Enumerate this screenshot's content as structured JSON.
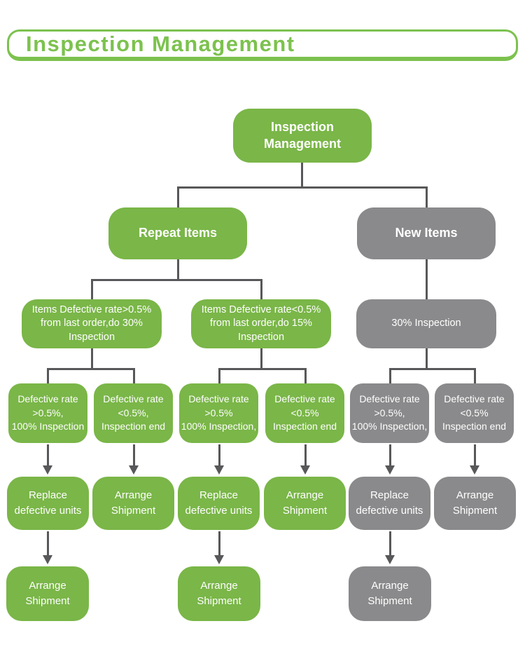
{
  "header": {
    "title": "Inspection Management"
  },
  "colors": {
    "green": "#7ab648",
    "gray": "#8a8a8c",
    "connector": "#58585a",
    "header_green": "#7cc24e"
  },
  "flowchart": {
    "nodes": {
      "root": {
        "label": "Inspection\nManagement",
        "color": "green"
      },
      "repeat_items": {
        "label": "Repeat Items",
        "color": "green"
      },
      "new_items": {
        "label": "New Items",
        "color": "gray"
      },
      "repeat_high": {
        "label": "Items Defective rate>0.5%\nfrom last order,do 30%\nInspection",
        "color": "green"
      },
      "repeat_low": {
        "label": "Items Defective rate<0.5%\nfrom last order,do 15%\nInspection",
        "color": "green"
      },
      "new_inspection": {
        "label": "30% Inspection",
        "color": "gray"
      },
      "l4_1": {
        "label": "Defective rate\n>0.5%,\n100% Inspection",
        "color": "green"
      },
      "l4_2": {
        "label": "Defective rate\n<0.5%,\nInspection end",
        "color": "green"
      },
      "l4_3": {
        "label": "Defective rate\n>0.5%\n100% Inspection,",
        "color": "green"
      },
      "l4_4": {
        "label": "Defective rate\n<0.5%\nInspection end",
        "color": "green"
      },
      "l4_5": {
        "label": "Defective rate\n>0.5%,\n100% Inspection,",
        "color": "gray"
      },
      "l4_6": {
        "label": "Defective rate\n<0.5%\nInspection end",
        "color": "gray"
      },
      "l5_1": {
        "label": "Replace\ndefective units",
        "color": "green"
      },
      "l5_2": {
        "label": "Arrange\nShipment",
        "color": "green"
      },
      "l5_3": {
        "label": "Replace\ndefective units",
        "color": "green"
      },
      "l5_4": {
        "label": "Arrange\nShipment",
        "color": "green"
      },
      "l5_5": {
        "label": "Replace\ndefective units",
        "color": "gray"
      },
      "l5_6": {
        "label": "Arrange\nShipment",
        "color": "gray"
      },
      "l6_1": {
        "label": "Arrange\nShipment",
        "color": "green"
      },
      "l6_3": {
        "label": "Arrange\nShipment",
        "color": "green"
      },
      "l6_5": {
        "label": "Arrange\nShipment",
        "color": "gray"
      }
    }
  }
}
